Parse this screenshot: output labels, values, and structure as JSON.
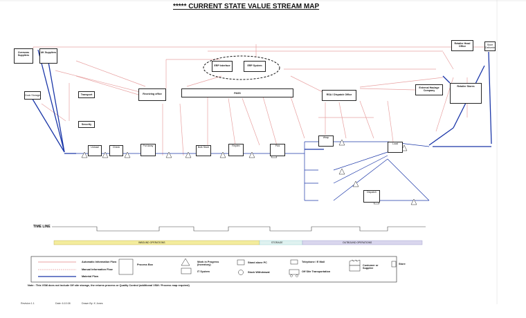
{
  "title": "***** CURRENT STATE VALUE STREAM MAP",
  "nodes": {
    "overseas_supplier": "Overseas Suppliers",
    "uk_supplier": "UK Suppliers",
    "retailer_head_office": "Retailer Head Office",
    "retailer_stores": "Retailer Stores",
    "erp_system": "ERP System",
    "erp_interface": "ERP Interface",
    "receiving_office": "Receiving office",
    "pass": "PASS",
    "rsa_dispatch_office": "RSA / Dispatch Office",
    "external_haulage": "External Haulage Company",
    "security": "Security",
    "transport": "Transport",
    "dock_storage": "Dock Storage",
    "store_deliveries": "Store Deliveries"
  },
  "process_boxes": [
    "Unload",
    "Check",
    "Put Away",
    "Bulk Store",
    "Replen",
    "Pick",
    "Wrap",
    "Load",
    "Dispatch"
  ],
  "timeline": {
    "label": "TIME LINE",
    "bands": [
      "INBOUND OPERATIONS",
      "STORAGE",
      "OUTBOUND OPERATIONS"
    ]
  },
  "legend": {
    "items": [
      "Automatic Information Flow",
      "Manual Information Flow",
      "Material Flow",
      "Process Box",
      "Work in Progress (Inventory)",
      "IT System",
      "Stand alone PC",
      "Stock Withdrawal",
      "Telephone / E Mail",
      "Off Site Transportation",
      "Customer or Supplier",
      "Store"
    ]
  },
  "note": "Note : This VSM does not include Off site storage, the returns process or Quality Control (additional VSM / Process map required)",
  "footer": {
    "revision": "Revision 1.1",
    "date": "Date: 6.10.08",
    "drawn": "Drawn By: K Jones"
  }
}
